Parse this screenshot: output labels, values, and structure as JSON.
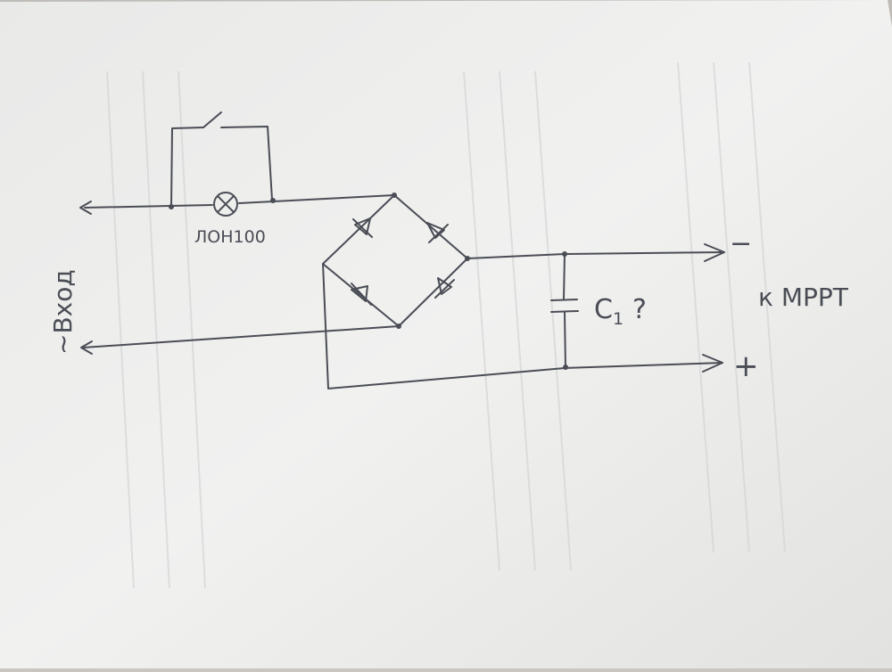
{
  "sketch": {
    "input_label": "~Вход",
    "lamp_label": "ЛОН100",
    "capacitor_label": "C",
    "capacitor_subscript": "1",
    "capacitor_question": "?",
    "output_label": "к MPPT",
    "minus_label": "−",
    "plus_label": "+"
  },
  "colors": {
    "paper": "#eeeeec",
    "pencil": "#4a4d55",
    "background": "#c9c6c1"
  }
}
